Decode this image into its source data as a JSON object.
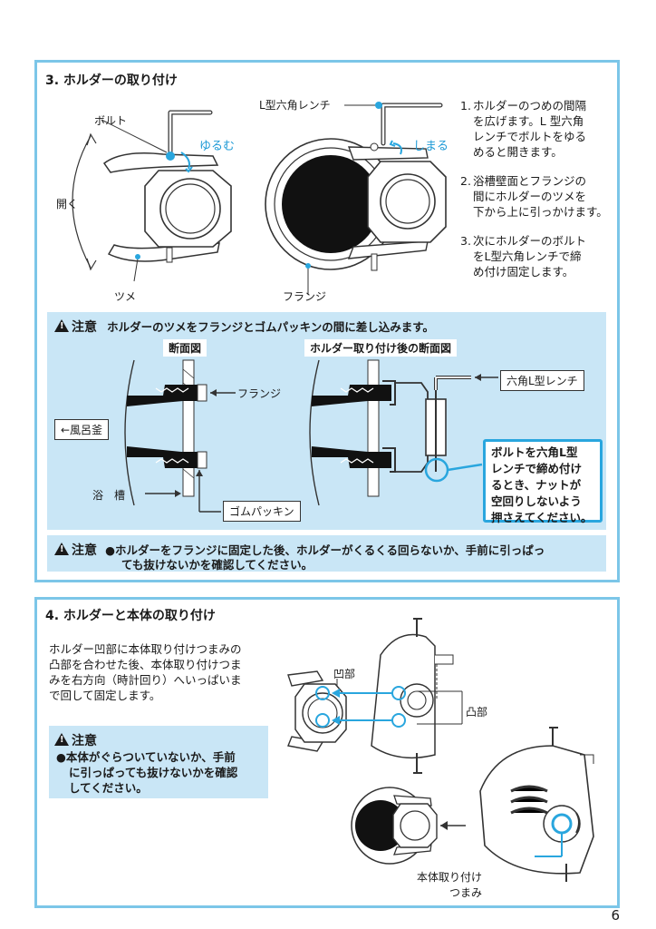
{
  "section3": {
    "title": "3. ホルダーの取り付け",
    "labels": {
      "bolt": "ボルト",
      "loosen": "ゆるむ",
      "open": "開く",
      "claw": "ツメ",
      "wrench": "L型六角レンチ",
      "tighten": "しまる",
      "flange": "フランジ"
    },
    "steps": [
      {
        "num": "1.",
        "lines": [
          "ホルダーのつめの間隔",
          "を広げます。L 型六角",
          "レンチでボルトをゆる",
          "めると開きます。"
        ]
      },
      {
        "num": "2.",
        "lines": [
          "浴槽壁面とフランジの",
          "間にホルダーのツメを",
          "下から上に引っかけます。"
        ]
      },
      {
        "num": "3.",
        "lines": [
          "次にホルダーのボルト",
          "をL型六角レンチで締",
          "め付け固定します。"
        ]
      }
    ],
    "caution1": {
      "label": "注意",
      "text": "ホルダーのツメをフランジとゴムパッキンの間に差し込みます。",
      "tag_left": "断面図",
      "tag_right": "ホルダー取り付け後の断面図",
      "flange": "フランジ",
      "bath_pot": "←風呂釜",
      "bathtub": "浴　槽",
      "gasket": "ゴムパッキン",
      "hex_wrench": "六角L型レンチ",
      "callout_lines": [
        "ボルトを六角L型",
        "レンチで締め付け",
        "るとき、ナットが",
        "空回りしないよう",
        "押さえてください。"
      ]
    },
    "caution2": {
      "label": "注意",
      "line1": "●ホルダーをフランジに固定した後、ホルダーがくるくる回らないか、手前に引っぱっ",
      "line2": "ても抜けないかを確認してください。"
    }
  },
  "section4": {
    "title": "4. ホルダーと本体の取り付け",
    "paragraph": [
      "ホルダー凹部に本体取り付けつまみの",
      "凸部を合わせた後、本体取り付けつま",
      "みを右方向（時計回り）へいっぱいま",
      "で回して固定します。"
    ],
    "labels": {
      "concave": "凹部",
      "convex": "凸部",
      "knob_line1": "本体取り付け",
      "knob_line2": "つまみ"
    },
    "caution": {
      "label": "注意",
      "lines": [
        "●本体がぐらついていないか、手前",
        "に引っぱっても抜けないかを確認",
        "してください。"
      ]
    }
  },
  "page_number": "6",
  "colors": {
    "accent": "#1e9ad6",
    "frame": "#7cc6e8",
    "note_bg": "#c9e6f6"
  }
}
